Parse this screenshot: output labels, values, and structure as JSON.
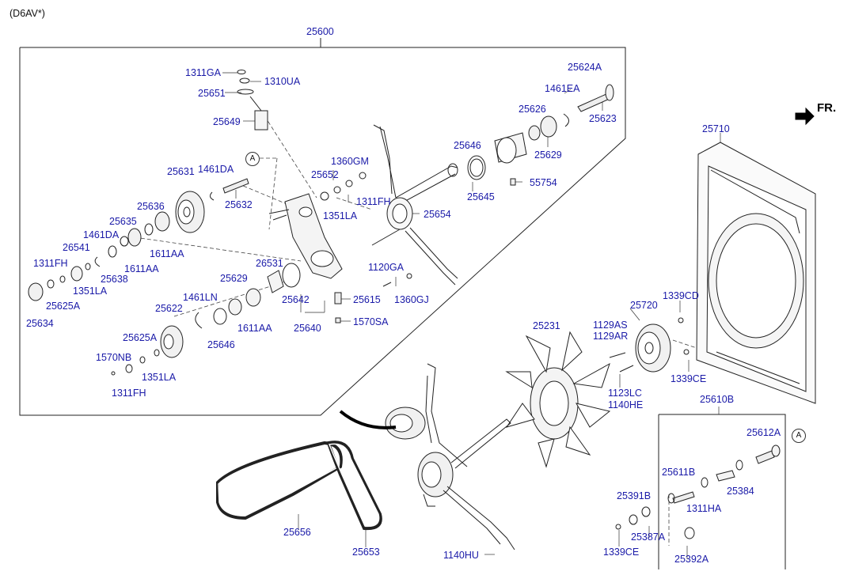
{
  "header": {
    "model_code": "(D6AV*)"
  },
  "direction": {
    "forward_label": "FR."
  },
  "reference_marks": [
    "A",
    "A"
  ],
  "groups": [
    "25600",
    "25640",
    "25610B"
  ],
  "parts": [
    {
      "id": "p0",
      "label": "25600"
    },
    {
      "id": "p1",
      "label": "1311GA"
    },
    {
      "id": "p2",
      "label": "1310UA"
    },
    {
      "id": "p3",
      "label": "25651"
    },
    {
      "id": "p4",
      "label": "25649"
    },
    {
      "id": "p5",
      "label": "25631"
    },
    {
      "id": "p6",
      "label": "1461DA"
    },
    {
      "id": "p7",
      "label": "25632"
    },
    {
      "id": "p8",
      "label": "1360GM"
    },
    {
      "id": "p9",
      "label": "25652"
    },
    {
      "id": "p10",
      "label": "1311FH"
    },
    {
      "id": "p11",
      "label": "1351LA"
    },
    {
      "id": "p12",
      "label": "25654"
    },
    {
      "id": "p13",
      "label": "25646"
    },
    {
      "id": "p14",
      "label": "25645"
    },
    {
      "id": "p15",
      "label": "55754"
    },
    {
      "id": "p16",
      "label": "25626"
    },
    {
      "id": "p17",
      "label": "25629"
    },
    {
      "id": "p18",
      "label": "25624A"
    },
    {
      "id": "p19",
      "label": "1461EA"
    },
    {
      "id": "p20",
      "label": "25623"
    },
    {
      "id": "p21",
      "label": "25636"
    },
    {
      "id": "p22",
      "label": "25635"
    },
    {
      "id": "p23",
      "label": "1461DA"
    },
    {
      "id": "p24",
      "label": "26541"
    },
    {
      "id": "p25",
      "label": "1311FH"
    },
    {
      "id": "p26",
      "label": "25625A"
    },
    {
      "id": "p27",
      "label": "25634"
    },
    {
      "id": "p28",
      "label": "1351LA"
    },
    {
      "id": "p29",
      "label": "25638"
    },
    {
      "id": "p30",
      "label": "1611AA"
    },
    {
      "id": "p31",
      "label": "1611AA"
    },
    {
      "id": "p32",
      "label": "26531"
    },
    {
      "id": "p33",
      "label": "25642"
    },
    {
      "id": "p34",
      "label": "25640"
    },
    {
      "id": "p35",
      "label": "1120GA"
    },
    {
      "id": "p36",
      "label": "1360GJ"
    },
    {
      "id": "p37",
      "label": "25615"
    },
    {
      "id": "p38",
      "label": "1570SA"
    },
    {
      "id": "p39",
      "label": "25629"
    },
    {
      "id": "p40",
      "label": "1461LN"
    },
    {
      "id": "p41",
      "label": "1611AA"
    },
    {
      "id": "p42",
      "label": "25646"
    },
    {
      "id": "p43",
      "label": "25622"
    },
    {
      "id": "p44",
      "label": "25625A"
    },
    {
      "id": "p45",
      "label": "1570NB"
    },
    {
      "id": "p46",
      "label": "1351LA"
    },
    {
      "id": "p47",
      "label": "1311FH"
    },
    {
      "id": "p48",
      "label": "25231"
    },
    {
      "id": "p49",
      "label": "25710"
    },
    {
      "id": "p50",
      "label": "1339CD"
    },
    {
      "id": "p51",
      "label": "25720"
    },
    {
      "id": "p52",
      "label": "1129AS"
    },
    {
      "id": "p53",
      "label": "1129AR"
    },
    {
      "id": "p54",
      "label": "1339CE"
    },
    {
      "id": "p55",
      "label": "1123LC"
    },
    {
      "id": "p56",
      "label": "1140HE"
    },
    {
      "id": "p57",
      "label": "25610B"
    },
    {
      "id": "p58",
      "label": "25612A"
    },
    {
      "id": "p59",
      "label": "25611B"
    },
    {
      "id": "p60",
      "label": "25391B"
    },
    {
      "id": "p61",
      "label": "1311HA"
    },
    {
      "id": "p62",
      "label": "25384"
    },
    {
      "id": "p63",
      "label": "25387A"
    },
    {
      "id": "p64",
      "label": "1339CE"
    },
    {
      "id": "p65",
      "label": "25392A"
    },
    {
      "id": "p66",
      "label": "25656"
    },
    {
      "id": "p67",
      "label": "25653"
    },
    {
      "id": "p68",
      "label": "1140HU"
    }
  ]
}
